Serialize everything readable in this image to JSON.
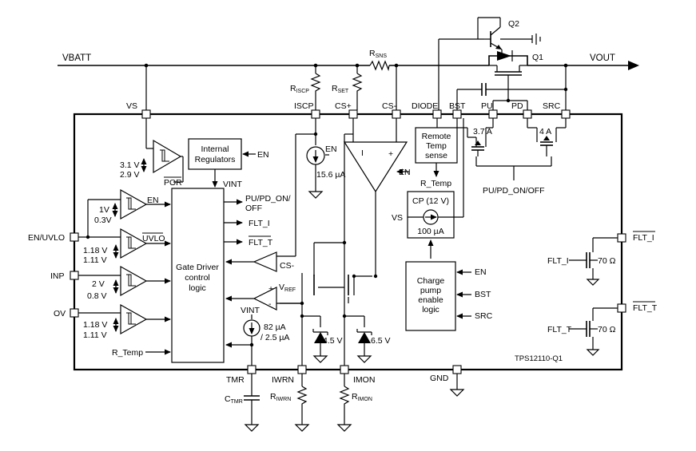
{
  "rails": {
    "vbatt": "VBATT",
    "vout": "VOUT"
  },
  "external": {
    "rsns_main": "R",
    "rsns_sub": "SNS",
    "q1": "Q1",
    "q2": "Q2",
    "riscp_main": "R",
    "riscp_sub": "ISCP",
    "rset_main": "R",
    "rset_sub": "SET",
    "ctmr_main": "C",
    "ctmr_sub": "TMR",
    "riwrn_main": "R",
    "riwrn_sub": "IWRN",
    "rimon_main": "R",
    "rimon_sub": "IMON"
  },
  "pins": {
    "vs": "VS",
    "iscp": "ISCP",
    "cs_plus": "CS+",
    "cs_minus": "CS-",
    "diode": "DIODE",
    "bst": "BST",
    "pu": "PU",
    "pd": "PD",
    "src": "SRC",
    "en_uvlo": "EN/UVLO",
    "inp": "INP",
    "ov": "OV",
    "tmr": "TMR",
    "iwrn": "IWRN",
    "imon": "IMON",
    "gnd": "GND",
    "flt_i": "FLT_I",
    "flt_t": "FLT_T"
  },
  "blocks": {
    "internal_reg_1": "Internal",
    "internal_reg_2": "Regulators",
    "gate_driver_1": "Gate Driver",
    "gate_driver_2": "control",
    "gate_driver_3": "logic",
    "remote_temp_1": "Remote",
    "remote_temp_2": "Temp",
    "remote_temp_3": "sense",
    "cp": "CP (12 V)",
    "cp_current": "100 µA",
    "cp_enable_1": "Charge",
    "cp_enable_2": "pump",
    "cp_enable_3": "enable",
    "cp_enable_4": "logic",
    "device": "TPS12110-Q1"
  },
  "signals": {
    "en": "EN",
    "vint": "VINT",
    "por": "POR",
    "uvlo": "UVLO",
    "r_temp": "R_Temp",
    "pu_pd_on_off_1": "PU/PD_ON/",
    "pu_pd_on_off_2": "OFF",
    "pu_pd_on_off": "PU/PD_ON/OFF",
    "flt_i": "FLT_I",
    "flt_t": "FLT_T",
    "cs_minus": "CS-",
    "vref_main": "V",
    "vref_sub": "REF",
    "vs": "VS",
    "bst": "BST",
    "src": "SRC",
    "i": "I",
    "plus": "+",
    "minus": "-"
  },
  "values": {
    "por_hi": "3.1 V",
    "por_lo": "2.9 V",
    "en_hi": "1V",
    "en_lo": "0.3V",
    "uvlo_hi": "1.18 V",
    "uvlo_lo": "1.11 V",
    "inp_hi": "2 V",
    "inp_lo": "0.8 V",
    "ov_hi": "1.18 V",
    "ov_lo": "1.11 V",
    "iscp_src": "15.6 µA",
    "tmr_src_1": "82 µA",
    "tmr_src_2": "/ 2.5 µA",
    "zener_1": "4.5 V",
    "zener_2": "6.5 V",
    "pu_current": "3.7 A",
    "pd_current": "4 A",
    "flt_res_1": "70 Ω",
    "flt_res_2": "70 Ω"
  }
}
